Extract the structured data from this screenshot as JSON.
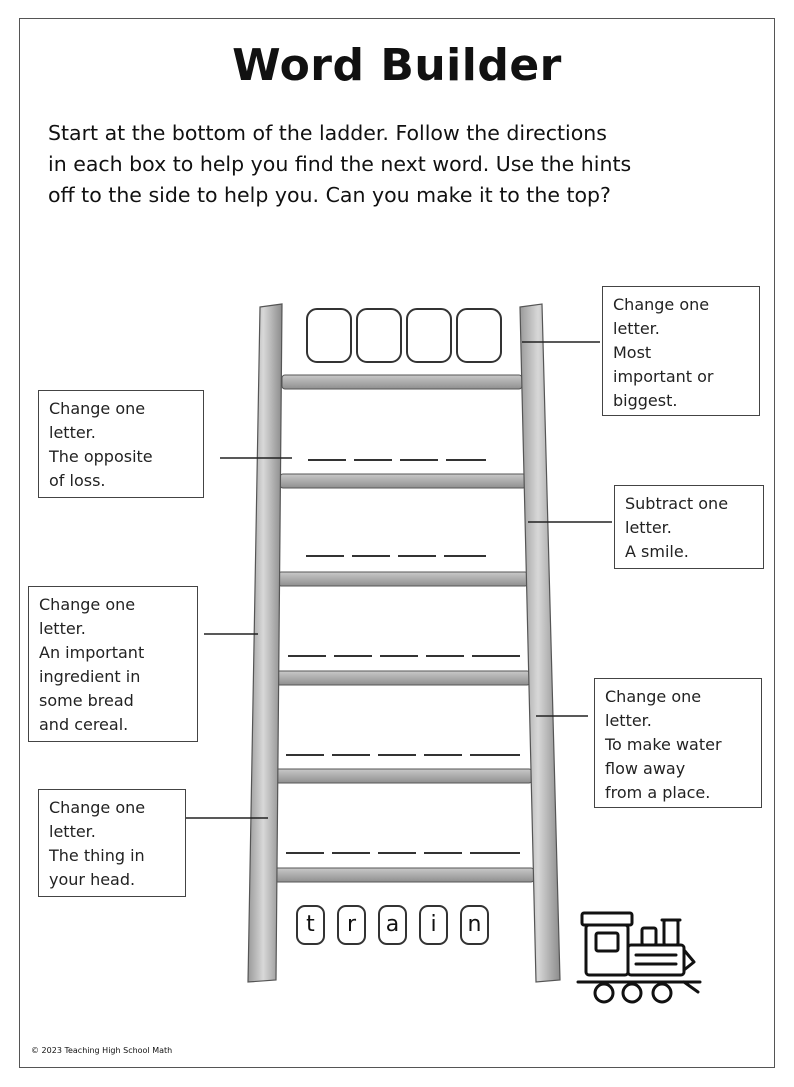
{
  "title": "Word Builder",
  "instructions": [
    "Start at the bottom of the ladder.  Follow the directions",
    "in each box to help you find the next word.  Use the hints",
    "off to the side to help you.  Can you make it to the top?"
  ],
  "hints": {
    "top_right": [
      "Change one",
      "letter.",
      "Most",
      "important or",
      "biggest."
    ],
    "left_1": [
      "Change one",
      "letter.",
      "The opposite",
      "of loss."
    ],
    "right_2": [
      "Subtract one",
      "letter.",
      "A smile."
    ],
    "left_2": [
      "Change one",
      "letter.",
      "An important",
      "ingredient in",
      "some bread",
      "and cereal."
    ],
    "right_3": [
      "Change one",
      "letter.",
      "To make water",
      "flow away",
      "from a place."
    ],
    "left_3": [
      "Change one",
      "letter.",
      "The thing in",
      "your head."
    ]
  },
  "start_word": [
    "t",
    "r",
    "a",
    "i",
    "n"
  ],
  "copyright": "© 2023 Teaching High School Math",
  "icons": {
    "train": "train-icon"
  }
}
